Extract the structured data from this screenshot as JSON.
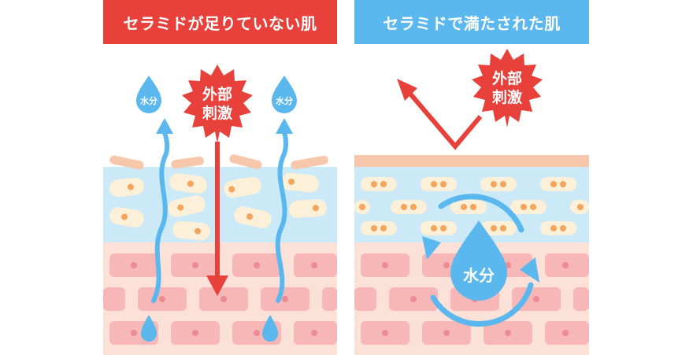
{
  "left_panel": {
    "title": "セラミドが足りていない肌",
    "stimulus_line1": "外部",
    "stimulus_line2": "刺激",
    "water_left": "水分",
    "water_right": "水分"
  },
  "right_panel": {
    "title": "セラミドで満たされた肌",
    "stimulus_line1": "外部",
    "stimulus_line2": "刺激",
    "water_center": "水分"
  },
  "colors": {
    "red": "#e8403a",
    "blue": "#5bb8ef",
    "skin_surface": "#f7c7ac",
    "ceramide_layer": "#cbe9f7",
    "lipid_body": "#fdf0d9",
    "lipid_dot": "#f5a45b",
    "dermis": "#fce1d8",
    "cell": "#f7b7b7",
    "nucleus": "#eb8c95"
  }
}
